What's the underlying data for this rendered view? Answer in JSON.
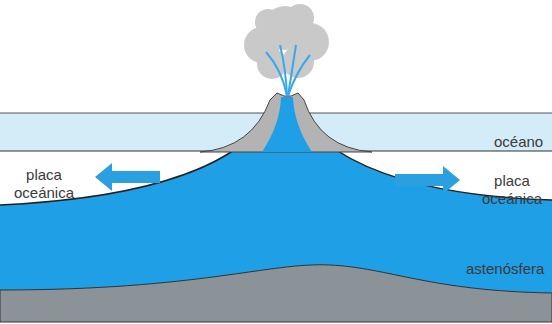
{
  "diagram": {
    "labels": [
      "océano",
      "placa oceánica",
      "placa oceánica",
      "astenósfera"
    ]
  }
}
